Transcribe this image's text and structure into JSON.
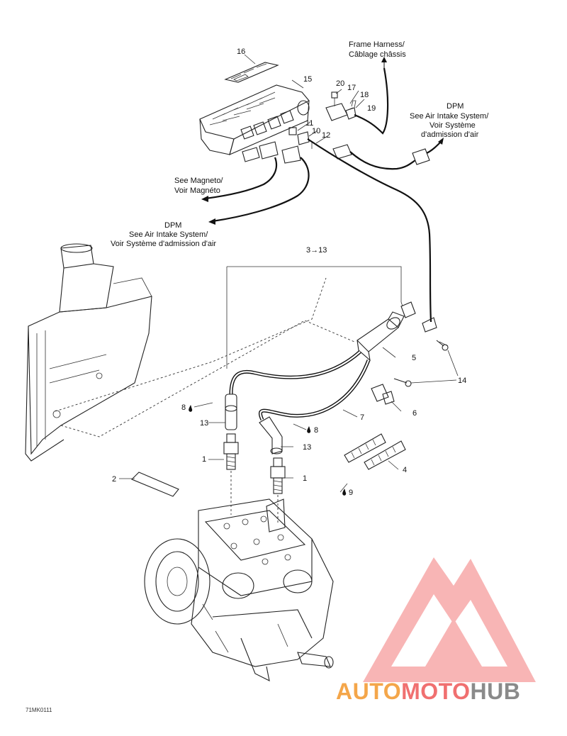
{
  "diagram": {
    "callouts": {
      "c1a": "1",
      "c1b": "1",
      "c2": "2",
      "c3_13": "3→13",
      "c4": "4",
      "c5": "5",
      "c6": "6",
      "c7": "7",
      "c8a": "8",
      "c8b": "8",
      "c9": "9",
      "c10": "10",
      "c11": "11",
      "c12": "12",
      "c13a": "13",
      "c13b": "13",
      "c14": "14",
      "c15": "15",
      "c16": "16",
      "c17": "17",
      "c18": "18",
      "c19": "19",
      "c20": "20"
    },
    "refs": {
      "frame_harness_line1": "Frame Harness/",
      "frame_harness_line2": "Câblage châssis",
      "dpm_right_line1": "DPM",
      "dpm_right_line2": "See Air Intake System/",
      "dpm_right_line3": "Voir Système",
      "dpm_right_line4": "d'admission d'air",
      "magneto_line1": "See Magneto/",
      "magneto_line2": "Voir Magnéto",
      "dpm_left_line1": "DPM",
      "dpm_left_line2": "See Air Intake System/",
      "dpm_left_line3": "Voir Système d'admission d'air"
    },
    "figure_code": "71MK0111"
  },
  "watermark": {
    "part1": "AUTO",
    "part2": "MOTO",
    "part3": "HUB",
    "colors": {
      "orange": "#f4a64a",
      "red": "#f07070",
      "gray": "#8a8a8a"
    }
  }
}
